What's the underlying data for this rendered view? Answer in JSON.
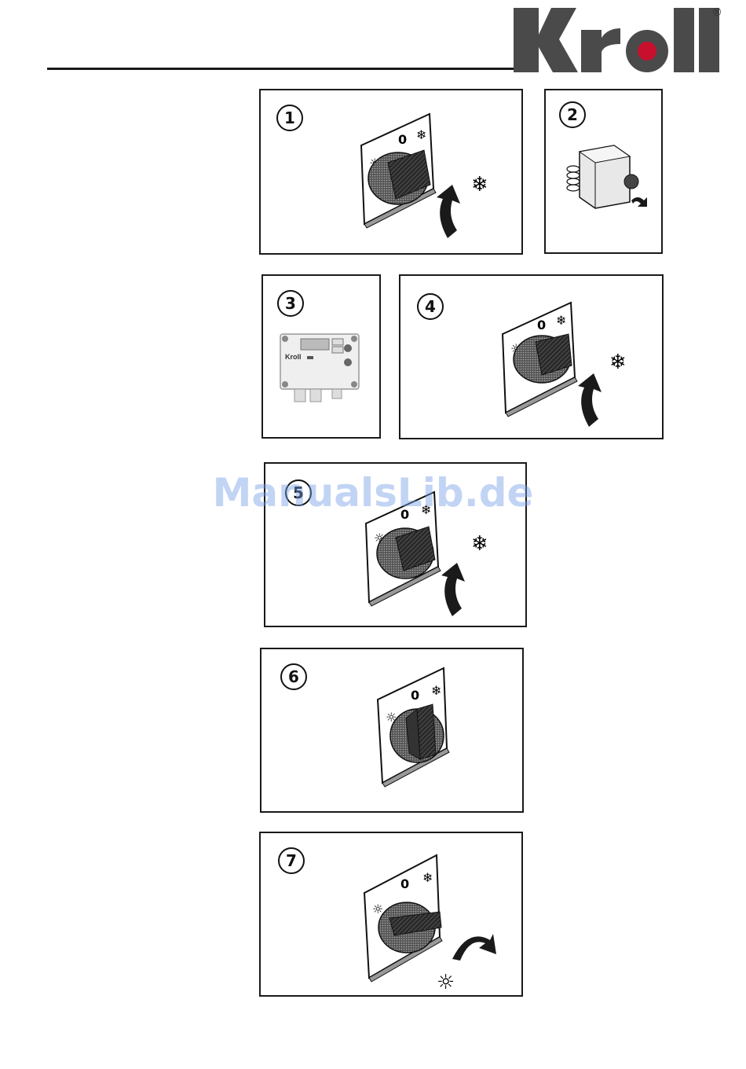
{
  "header": {
    "brand": "Kroll",
    "registered_mark": "®"
  },
  "panels": [
    {
      "number": "1",
      "dial": {
        "zero": "0"
      }
    },
    {
      "number": "2"
    },
    {
      "number": "3",
      "device_brand": "Kroll"
    },
    {
      "number": "4",
      "dial": {
        "zero": "0"
      }
    },
    {
      "number": "5",
      "dial": {
        "zero": "0"
      }
    },
    {
      "number": "6",
      "dial": {
        "zero": "0"
      }
    },
    {
      "number": "7",
      "dial": {
        "zero": "0"
      }
    }
  ],
  "watermark": "ManualsLib.de",
  "colors": {
    "logo": "#4a4a4a",
    "line": "#1a1a1a",
    "watermark": "#78a0e6"
  }
}
